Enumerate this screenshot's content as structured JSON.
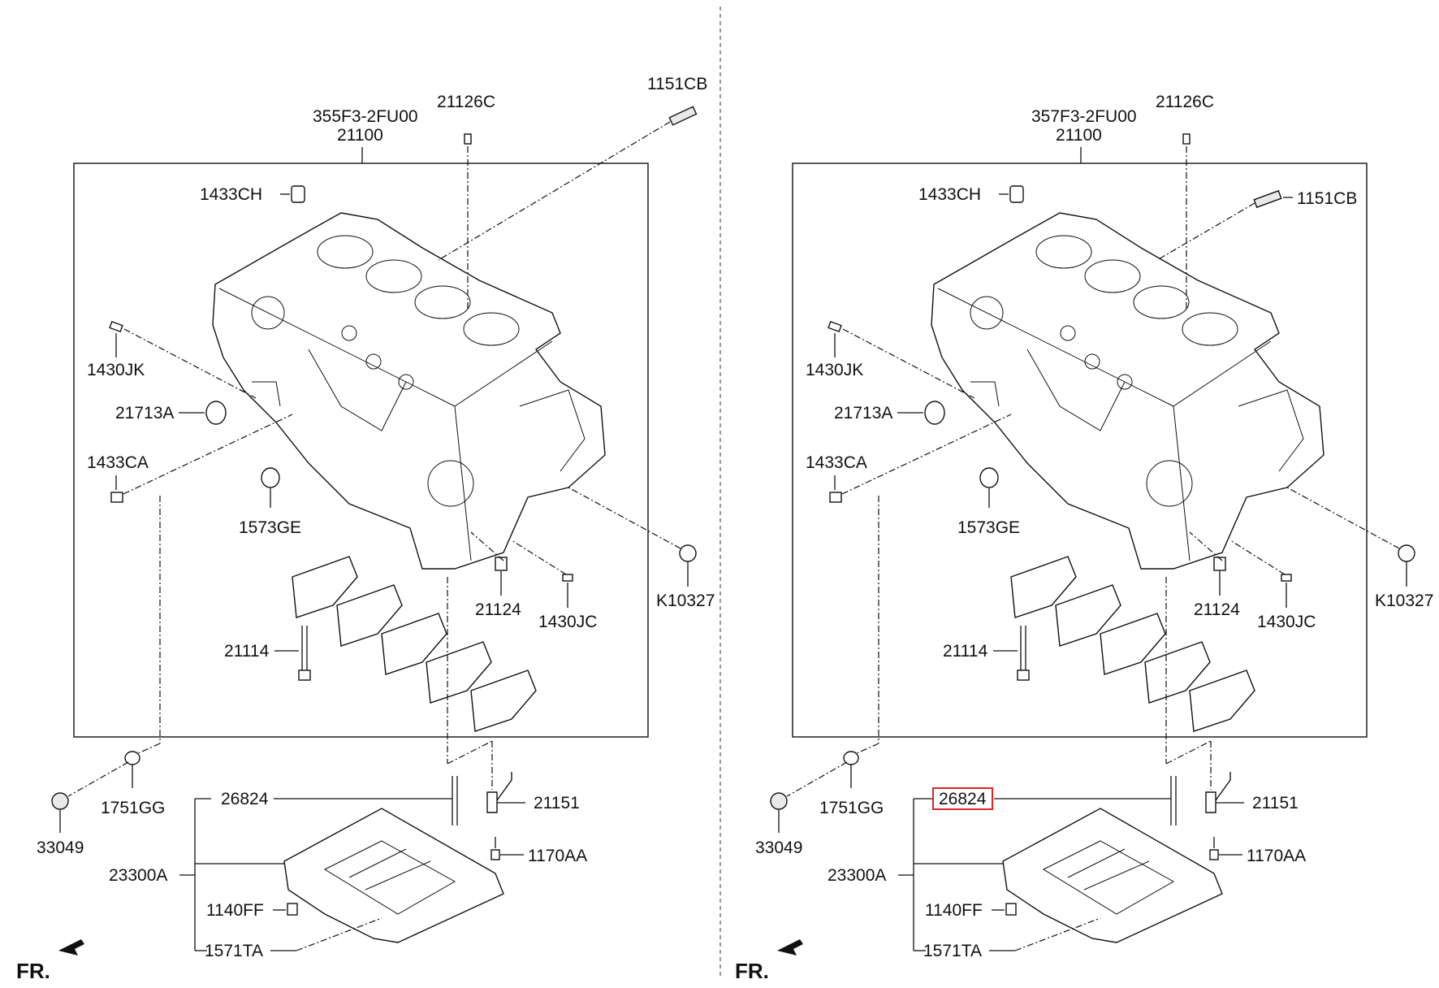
{
  "panels": [
    {
      "id": "left",
      "part_numbers": [
        "355F3-2FU00",
        "21100"
      ],
      "labels": {
        "p1151CB": "1151CB",
        "p21126C": "21126C",
        "p1433CH": "1433CH",
        "p1430JK": "1430JK",
        "p21713A": "21713A",
        "p1433CA": "1433CA",
        "p1573GE": "1573GE",
        "p21124": "21124",
        "p1430JC": "1430JC",
        "pK10327": "K10327",
        "p21114": "21114",
        "p1751GG": "1751GG",
        "p33049": "33049",
        "p26824": "26824",
        "p21151": "21151",
        "p1170AA": "1170AA",
        "p23300A": "23300A",
        "p1140FF": "1140FF",
        "p1571TA": "1571TA"
      },
      "highlighted": "",
      "fr": "FR."
    },
    {
      "id": "right",
      "part_numbers": [
        "357F3-2FU00",
        "21100"
      ],
      "labels": {
        "p1151CB": "1151CB",
        "p21126C": "21126C",
        "p1433CH": "1433CH",
        "p1430JK": "1430JK",
        "p21713A": "21713A",
        "p1433CA": "1433CA",
        "p1573GE": "1573GE",
        "p21124": "21124",
        "p1430JC": "1430JC",
        "pK10327": "K10327",
        "p21114": "21114",
        "p1751GG": "1751GG",
        "p33049": "33049",
        "p26824": "26824",
        "p21151": "21151",
        "p1170AA": "1170AA",
        "p23300A": "23300A",
        "p1140FF": "1140FF",
        "p1571TA": "1571TA"
      },
      "highlighted": "26824",
      "fr": "FR."
    }
  ],
  "colors": {
    "line": "#111111",
    "highlight": "#d8262b",
    "divider": "#555555"
  }
}
